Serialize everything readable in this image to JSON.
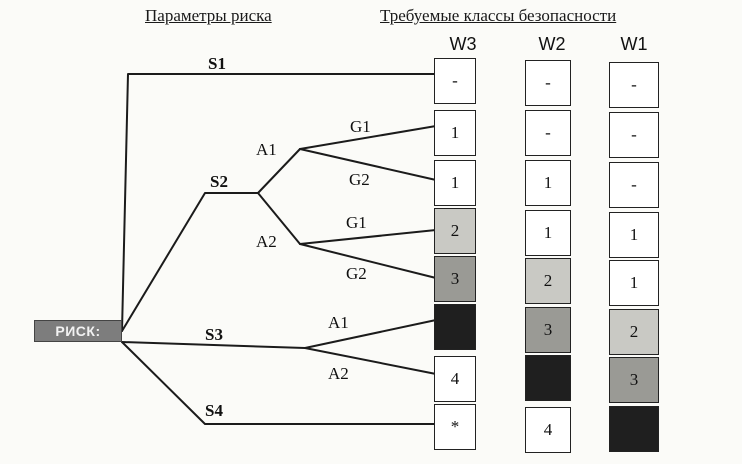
{
  "headers": {
    "risk_params": "Параметры риска",
    "safety_classes": "Требуемые классы безопасности"
  },
  "columns": [
    "W3",
    "W2",
    "W1"
  ],
  "root_label": "РИСК:",
  "branch_labels": {
    "s1": "S1",
    "s2": "S2",
    "s3": "S3",
    "s4": "S4",
    "s2_a1": "A1",
    "s2_a2": "A2",
    "s2_a1_g1": "G1",
    "s2_a1_g2": "G2",
    "s2_a2_g1": "G1",
    "s2_a2_g2": "G2",
    "s3_a1": "A1",
    "s3_a2": "A2"
  },
  "fill_colors": {
    "white": "#ffffff",
    "light": "#c9c9c4",
    "medium": "#9a9a95",
    "dark": "#1f1f1f"
  },
  "cells": {
    "w3": [
      {
        "text": "-",
        "fill": "white"
      },
      {
        "text": "1",
        "fill": "white"
      },
      {
        "text": "1",
        "fill": "white"
      },
      {
        "text": "2",
        "fill": "light"
      },
      {
        "text": "3",
        "fill": "medium"
      },
      {
        "text": "",
        "fill": "dark"
      },
      {
        "text": "4",
        "fill": "white"
      },
      {
        "text": "*",
        "fill": "white"
      }
    ],
    "w2": [
      {
        "text": "-",
        "fill": "white"
      },
      {
        "text": "-",
        "fill": "white"
      },
      {
        "text": "1",
        "fill": "white"
      },
      {
        "text": "1",
        "fill": "white"
      },
      {
        "text": "2",
        "fill": "light"
      },
      {
        "text": "3",
        "fill": "medium"
      },
      {
        "text": "",
        "fill": "dark"
      },
      {
        "text": "4",
        "fill": "white"
      }
    ],
    "w1": [
      {
        "text": "-",
        "fill": "white"
      },
      {
        "text": "-",
        "fill": "white"
      },
      {
        "text": "-",
        "fill": "white"
      },
      {
        "text": "1",
        "fill": "white"
      },
      {
        "text": "1",
        "fill": "white"
      },
      {
        "text": "2",
        "fill": "light"
      },
      {
        "text": "3",
        "fill": "medium"
      },
      {
        "text": "",
        "fill": "dark"
      }
    ]
  }
}
